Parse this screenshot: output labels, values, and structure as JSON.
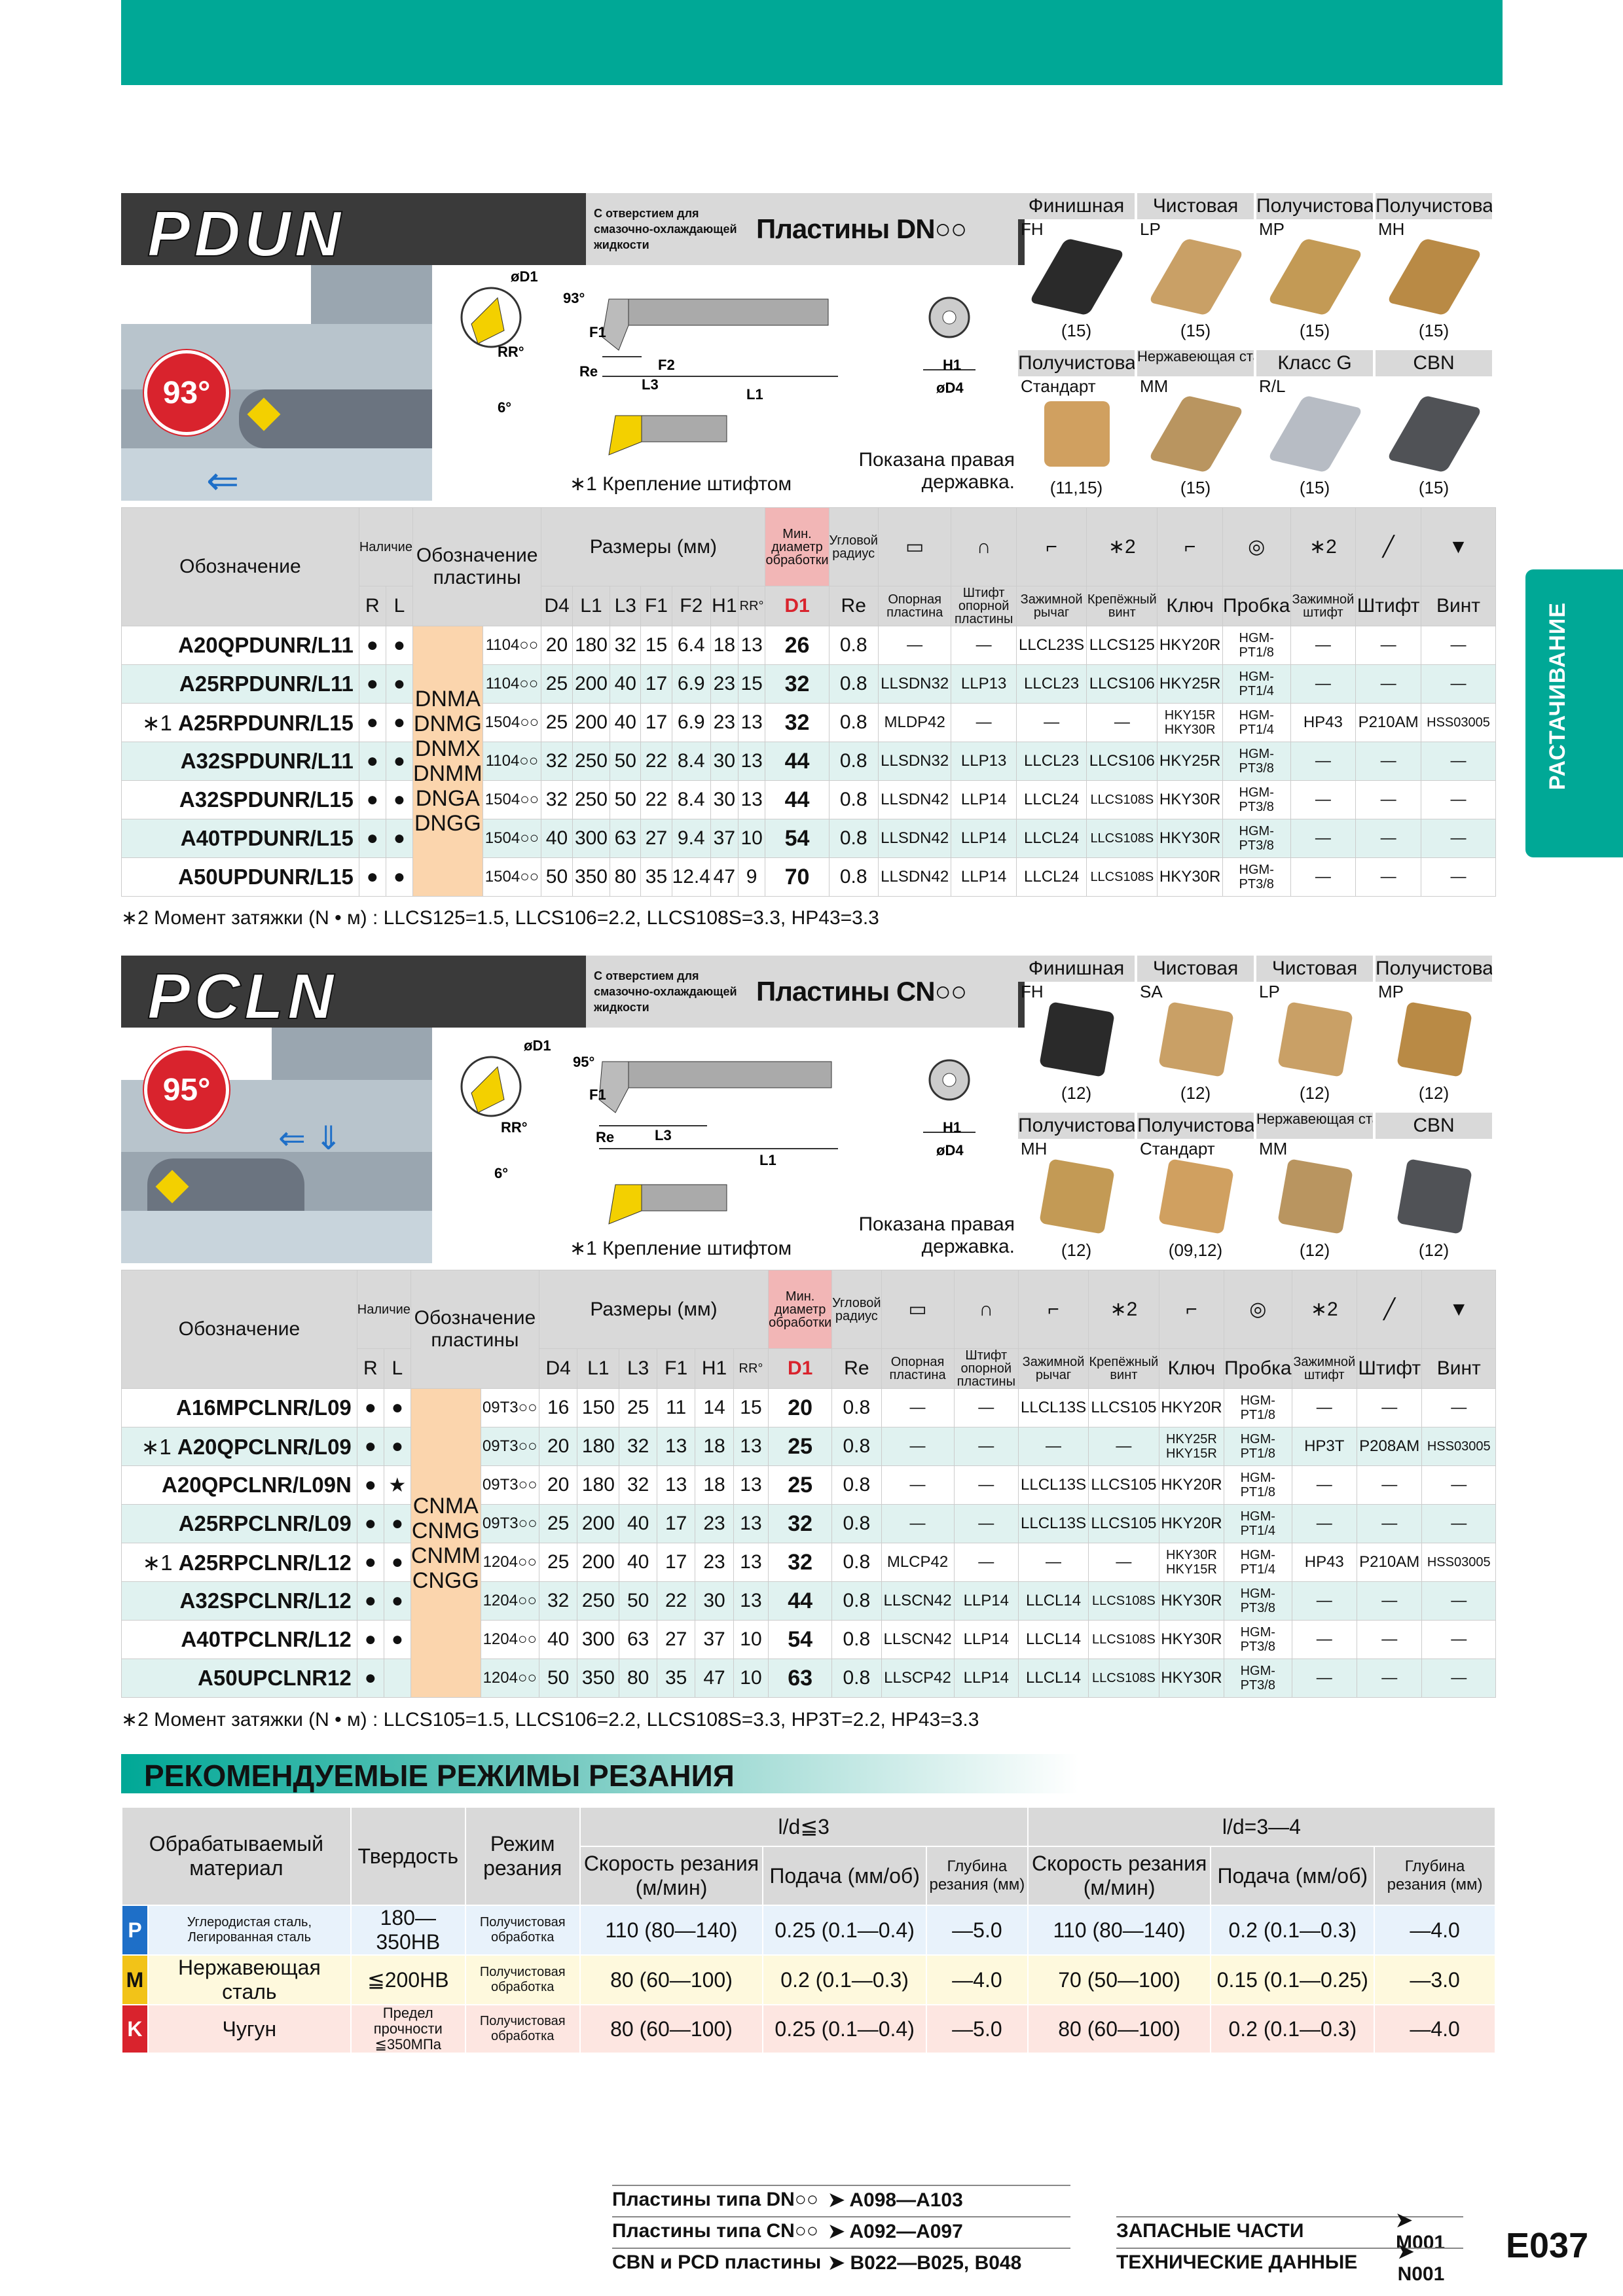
{
  "page_number": "E037",
  "side_tab": "РАСТАЧИВАНИЕ",
  "pdun": {
    "name": "PDUN",
    "angle": "93°",
    "coolant_note": "С отверстием для смазочно-охлаждающей жидкости",
    "inserts_title": "Пластины DN○○",
    "diag_labels": {
      "d1": "øD1",
      "a": "93°",
      "rr": "RR°",
      "six": "6°",
      "f1": "F1",
      "f2": "F2",
      "re": "Re",
      "l3": "L3",
      "l1": "L1",
      "h1": "H1",
      "d4": "øD4"
    },
    "pin_note": "∗1 Крепление штифтом",
    "right_note": "Показана правая державка.",
    "grips_top": [
      {
        "hdr": "Финишная",
        "sub": "FH",
        "pcs": "(15)",
        "color": "#2a2a2a"
      },
      {
        "hdr": "Чистовая",
        "sub": "LP",
        "pcs": "(15)",
        "color": "#c9a066"
      },
      {
        "hdr": "Получистовая",
        "sub": "MP",
        "pcs": "(15)",
        "color": "#c39a55"
      },
      {
        "hdr": "Получистовая",
        "sub": "MH",
        "pcs": "(15)",
        "color": "#b98a45"
      }
    ],
    "grips_bottom": [
      {
        "hdr": "Получистовая",
        "sub": "Стандарт",
        "pcs": "(11,15)",
        "color": "#d0a060"
      },
      {
        "hdr": "Нержавеющая сталь",
        "sub": "MM",
        "pcs": "(15)",
        "color": "#b99560"
      },
      {
        "hdr": "Класс G",
        "sub": "R/L",
        "pcs": "(15)",
        "color": "#b7bcc4"
      },
      {
        "hdr": "CBN",
        "sub": "",
        "pcs": "(15)",
        "color": "#505256"
      }
    ],
    "headers": {
      "des": "Обозначение",
      "avail": "Наличие",
      "r": "R",
      "l": "L",
      "insdes": "Обозначение пластины",
      "dims": "Размеры (мм)",
      "d4": "D4",
      "l1": "L1",
      "l3": "L3",
      "f1": "F1",
      "f2": "F2",
      "h1": "H1",
      "rr": "RR°",
      "mind": "Мин. диаметр обработки",
      "d1": "D1",
      "cornr": "Угловой радиус",
      "re": "Re",
      "p1": "Опорная пластина",
      "p2": "Штифт опорной пластины",
      "p3": "Зажимной рычаг",
      "p4": "Крепёжный винт",
      "p5": "Ключ",
      "p6": "Пробка",
      "p7": "Зажимной штифт",
      "p8": "Штифт",
      "p9": "Винт",
      "star2": "∗2"
    },
    "insert_types": [
      "DNMA",
      "DNMG",
      "DNMX",
      "DNMM",
      "DNGA",
      "DNGG"
    ],
    "rows": [
      {
        "mark": "",
        "des": "A20QPDUNR/L11",
        "r": "●",
        "l": "●",
        "ins": "1104○○",
        "d4": "20",
        "l1": "180",
        "l3": "32",
        "f1": "15",
        "f2": "6.4",
        "h1": "18",
        "rr": "13",
        "d1": "26",
        "re": "0.8",
        "p1": "—",
        "p2": "—",
        "p3": "LLCL23S",
        "p4": "LLCS125",
        "p5": "HKY20R",
        "p6": "HGM-PT1/8",
        "p7": "—",
        "p8": "—",
        "p9": "—"
      },
      {
        "mark": "",
        "des": "A25RPDUNR/L11",
        "r": "●",
        "l": "●",
        "ins": "1104○○",
        "d4": "25",
        "l1": "200",
        "l3": "40",
        "f1": "17",
        "f2": "6.9",
        "h1": "23",
        "rr": "15",
        "d1": "32",
        "re": "0.8",
        "p1": "LLSDN32",
        "p2": "LLP13",
        "p3": "LLCL23",
        "p4": "LLCS106",
        "p5": "HKY25R",
        "p6": "HGM-PT1/4",
        "p7": "—",
        "p8": "—",
        "p9": "—"
      },
      {
        "mark": "∗1",
        "des": "A25RPDUNR/L15",
        "r": "●",
        "l": "●",
        "ins": "1504○○",
        "d4": "25",
        "l1": "200",
        "l3": "40",
        "f1": "17",
        "f2": "6.9",
        "h1": "23",
        "rr": "13",
        "d1": "32",
        "re": "0.8",
        "p1": "MLDP42",
        "p2": "—",
        "p3": "—",
        "p4": "—",
        "p5": "HKY15R HKY30R",
        "p6": "HGM-PT1/4",
        "p7": "HP43",
        "p8": "P210AM",
        "p9": "HSS03005"
      },
      {
        "mark": "",
        "des": "A32SPDUNR/L11",
        "r": "●",
        "l": "●",
        "ins": "1104○○",
        "d4": "32",
        "l1": "250",
        "l3": "50",
        "f1": "22",
        "f2": "8.4",
        "h1": "30",
        "rr": "13",
        "d1": "44",
        "re": "0.8",
        "p1": "LLSDN32",
        "p2": "LLP13",
        "p3": "LLCL23",
        "p4": "LLCS106",
        "p5": "HKY25R",
        "p6": "HGM-PT3/8",
        "p7": "—",
        "p8": "—",
        "p9": "—"
      },
      {
        "mark": "",
        "des": "A32SPDUNR/L15",
        "r": "●",
        "l": "●",
        "ins": "1504○○",
        "d4": "32",
        "l1": "250",
        "l3": "50",
        "f1": "22",
        "f2": "8.4",
        "h1": "30",
        "rr": "13",
        "d1": "44",
        "re": "0.8",
        "p1": "LLSDN42",
        "p2": "LLP14",
        "p3": "LLCL24",
        "p4": "LLCS108S",
        "p5": "HKY30R",
        "p6": "HGM-PT3/8",
        "p7": "—",
        "p8": "—",
        "p9": "—"
      },
      {
        "mark": "",
        "des": "A40TPDUNR/L15",
        "r": "●",
        "l": "●",
        "ins": "1504○○",
        "d4": "40",
        "l1": "300",
        "l3": "63",
        "f1": "27",
        "f2": "9.4",
        "h1": "37",
        "rr": "10",
        "d1": "54",
        "re": "0.8",
        "p1": "LLSDN42",
        "p2": "LLP14",
        "p3": "LLCL24",
        "p4": "LLCS108S",
        "p5": "HKY30R",
        "p6": "HGM-PT3/8",
        "p7": "—",
        "p8": "—",
        "p9": "—"
      },
      {
        "mark": "",
        "des": "A50UPDUNR/L15",
        "r": "●",
        "l": "●",
        "ins": "1504○○",
        "d4": "50",
        "l1": "350",
        "l3": "80",
        "f1": "35",
        "f2": "12.4",
        "h1": "47",
        "rr": "9",
        "d1": "70",
        "re": "0.8",
        "p1": "LLSDN42",
        "p2": "LLP14",
        "p3": "LLCL24",
        "p4": "LLCS108S",
        "p5": "HKY30R",
        "p6": "HGM-PT3/8",
        "p7": "—",
        "p8": "—",
        "p9": "—"
      }
    ],
    "torque": "∗2 Момент затяжки (N • м) : LLCS125=1.5, LLCS106=2.2, LLCS108S=3.3, HP43=3.3"
  },
  "pcln": {
    "name": "PCLN",
    "angle": "95°",
    "coolant_note": "С отверстием для смазочно-охлаждающей жидкости",
    "inserts_title": "Пластины CN○○",
    "diag_labels": {
      "d1": "øD1",
      "a": "95°",
      "rr": "RR°",
      "six": "6°",
      "f1": "F1",
      "re": "Re",
      "l3": "L3",
      "l1": "L1",
      "h1": "H1",
      "d4": "øD4"
    },
    "pin_note": "∗1 Крепление штифтом",
    "right_note": "Показана правая державка.",
    "grips_top": [
      {
        "hdr": "Финишная",
        "sub": "FH",
        "pcs": "(12)",
        "color": "#2a2a2a"
      },
      {
        "hdr": "Чистовая",
        "sub": "SA",
        "pcs": "(12)",
        "color": "#c9a066"
      },
      {
        "hdr": "Чистовая",
        "sub": "LP",
        "pcs": "(12)",
        "color": "#c9a066"
      },
      {
        "hdr": "Получистовая",
        "sub": "MP",
        "pcs": "(12)",
        "color": "#b98a45"
      }
    ],
    "grips_bottom": [
      {
        "hdr": "Получистовая",
        "sub": "MH",
        "pcs": "(12)",
        "color": "#c39a55"
      },
      {
        "hdr": "Получистовая",
        "sub": "Стандарт",
        "pcs": "(09,12)",
        "color": "#d0a060"
      },
      {
        "hdr": "Нержавеющая сталь",
        "sub": "MM",
        "pcs": "(12)",
        "color": "#b99560"
      },
      {
        "hdr": "CBN",
        "sub": "",
        "pcs": "(12)",
        "color": "#505256"
      }
    ],
    "insert_types": [
      "CNMA",
      "CNMG",
      "CNMM",
      "CNGG"
    ],
    "rows": [
      {
        "mark": "",
        "des": "A16MPCLNR/L09",
        "r": "●",
        "l": "●",
        "ins": "09T3○○",
        "d4": "16",
        "l1": "150",
        "l3": "25",
        "f1": "11",
        "h1": "14",
        "rr": "15",
        "d1": "20",
        "re": "0.8",
        "p1": "—",
        "p2": "—",
        "p3": "LLCL13S",
        "p4": "LLCS105",
        "p5": "HKY20R",
        "p6": "HGM-PT1/8",
        "p7": "—",
        "p8": "—",
        "p9": "—"
      },
      {
        "mark": "∗1",
        "des": "A20QPCLNR/L09",
        "r": "●",
        "l": "●",
        "ins": "09T3○○",
        "d4": "20",
        "l1": "180",
        "l3": "32",
        "f1": "13",
        "h1": "18",
        "rr": "13",
        "d1": "25",
        "re": "0.8",
        "p1": "—",
        "p2": "—",
        "p3": "—",
        "p4": "—",
        "p5": "HKY25R HKY15R",
        "p6": "HGM-PT1/8",
        "p7": "HP3T",
        "p8": "P208AM",
        "p9": "HSS03005"
      },
      {
        "mark": "",
        "des": "A20QPCLNR/L09N",
        "r": "●",
        "l": "★",
        "ins": "09T3○○",
        "d4": "20",
        "l1": "180",
        "l3": "32",
        "f1": "13",
        "h1": "18",
        "rr": "13",
        "d1": "25",
        "re": "0.8",
        "p1": "—",
        "p2": "—",
        "p3": "LLCL13S",
        "p4": "LLCS105",
        "p5": "HKY20R",
        "p6": "HGM-PT1/8",
        "p7": "—",
        "p8": "—",
        "p9": "—"
      },
      {
        "mark": "",
        "des": "A25RPCLNR/L09",
        "r": "●",
        "l": "●",
        "ins": "09T3○○",
        "d4": "25",
        "l1": "200",
        "l3": "40",
        "f1": "17",
        "h1": "23",
        "rr": "13",
        "d1": "32",
        "re": "0.8",
        "p1": "—",
        "p2": "—",
        "p3": "LLCL13S",
        "p4": "LLCS105",
        "p5": "HKY20R",
        "p6": "HGM-PT1/4",
        "p7": "—",
        "p8": "—",
        "p9": "—"
      },
      {
        "mark": "∗1",
        "des": "A25RPCLNR/L12",
        "r": "●",
        "l": "●",
        "ins": "1204○○",
        "d4": "25",
        "l1": "200",
        "l3": "40",
        "f1": "17",
        "h1": "23",
        "rr": "13",
        "d1": "32",
        "re": "0.8",
        "p1": "MLCP42",
        "p2": "—",
        "p3": "—",
        "p4": "—",
        "p5": "HKY30R HKY15R",
        "p6": "HGM-PT1/4",
        "p7": "HP43",
        "p8": "P210AM",
        "p9": "HSS03005"
      },
      {
        "mark": "",
        "des": "A32SPCLNR/L12",
        "r": "●",
        "l": "●",
        "ins": "1204○○",
        "d4": "32",
        "l1": "250",
        "l3": "50",
        "f1": "22",
        "h1": "30",
        "rr": "13",
        "d1": "44",
        "re": "0.8",
        "p1": "LLSCN42",
        "p2": "LLP14",
        "p3": "LLCL14",
        "p4": "LLCS108S",
        "p5": "HKY30R",
        "p6": "HGM-PT3/8",
        "p7": "—",
        "p8": "—",
        "p9": "—"
      },
      {
        "mark": "",
        "des": "A40TPCLNR/L12",
        "r": "●",
        "l": "●",
        "ins": "1204○○",
        "d4": "40",
        "l1": "300",
        "l3": "63",
        "f1": "27",
        "h1": "37",
        "rr": "10",
        "d1": "54",
        "re": "0.8",
        "p1": "LLSCN42",
        "p2": "LLP14",
        "p3": "LLCL14",
        "p4": "LLCS108S",
        "p5": "HKY30R",
        "p6": "HGM-PT3/8",
        "p7": "—",
        "p8": "—",
        "p9": "—"
      },
      {
        "mark": "",
        "des": "A50UPCLNR12",
        "r": "●",
        "l": "",
        "ins": "1204○○",
        "d4": "50",
        "l1": "350",
        "l3": "80",
        "f1": "35",
        "h1": "47",
        "rr": "10",
        "d1": "63",
        "re": "0.8",
        "p1": "LLSCP42",
        "p2": "LLP14",
        "p3": "LLCL14",
        "p4": "LLCS108S",
        "p5": "HKY30R",
        "p6": "HGM-PT3/8",
        "p7": "—",
        "p8": "—",
        "p9": "—"
      }
    ],
    "torque": "∗2 Момент затяжки (N • м) : LLCS105=1.5, LLCS106=2.2, LLCS108S=3.3, HP3T=2.2, HP43=3.3"
  },
  "rec": {
    "title": "РЕКОМЕНДУЕМЫЕ РЕЖИМЫ РЕЗАНИЯ",
    "h_material": "Обрабатываемый материал",
    "h_hard": "Твердость",
    "h_mode": "Режим резания",
    "h_ld1": "l/d≦3",
    "h_ld2": "l/d=3—4",
    "h_speed": "Скорость резания (м/мин)",
    "h_feed": "Подача (мм/об)",
    "h_depth": "Глубина резания (мм)",
    "rows": [
      {
        "letter": "P",
        "color": "#1e6fc8",
        "mat": "Углеродистая сталь, Легированная сталь",
        "hard": "180—350HB",
        "mode": "Получистовая обработка",
        "s1": "110 (80—140)",
        "f1": "0.25 (0.1—0.4)",
        "d1": "—5.0",
        "s2": "110 (80—140)",
        "f2": "0.2 (0.1—0.3)",
        "d2": "—4.0"
      },
      {
        "letter": "M",
        "color": "#f2c318",
        "mat": "Нержавеющая сталь",
        "hard": "≦200HB",
        "mode": "Получистовая обработка",
        "s1": "80 (60—100)",
        "f1": "0.2 (0.1—0.3)",
        "d1": "—4.0",
        "s2": "70 (50—100)",
        "f2": "0.15 (0.1—0.25)",
        "d2": "—3.0"
      },
      {
        "letter": "K",
        "color": "#d9232d",
        "mat": "Чугун",
        "hard": "Предел прочности ≦350МПа",
        "mode": "Получистовая обработка",
        "s1": "80 (60—100)",
        "f1": "0.25 (0.1—0.4)",
        "d1": "—5.0",
        "s2": "80 (60—100)",
        "f2": "0.2 (0.1—0.3)",
        "d2": "—4.0"
      }
    ]
  },
  "refs": {
    "left": [
      {
        "label": "Пластины типа DN○○",
        "page": "➤ A098—A103"
      },
      {
        "label": "Пластины типа CN○○",
        "page": "➤ A092—A097"
      },
      {
        "label": "CBN и PCD пластины",
        "page": "➤ B022—B025, B048"
      }
    ],
    "right": [
      {
        "label": "ЗАПАСНЫЕ ЧАСТИ",
        "page": "➤ M001"
      },
      {
        "label": "ТЕХНИЧЕСКИЕ ДАННЫЕ",
        "page": "➤ N001"
      }
    ]
  }
}
